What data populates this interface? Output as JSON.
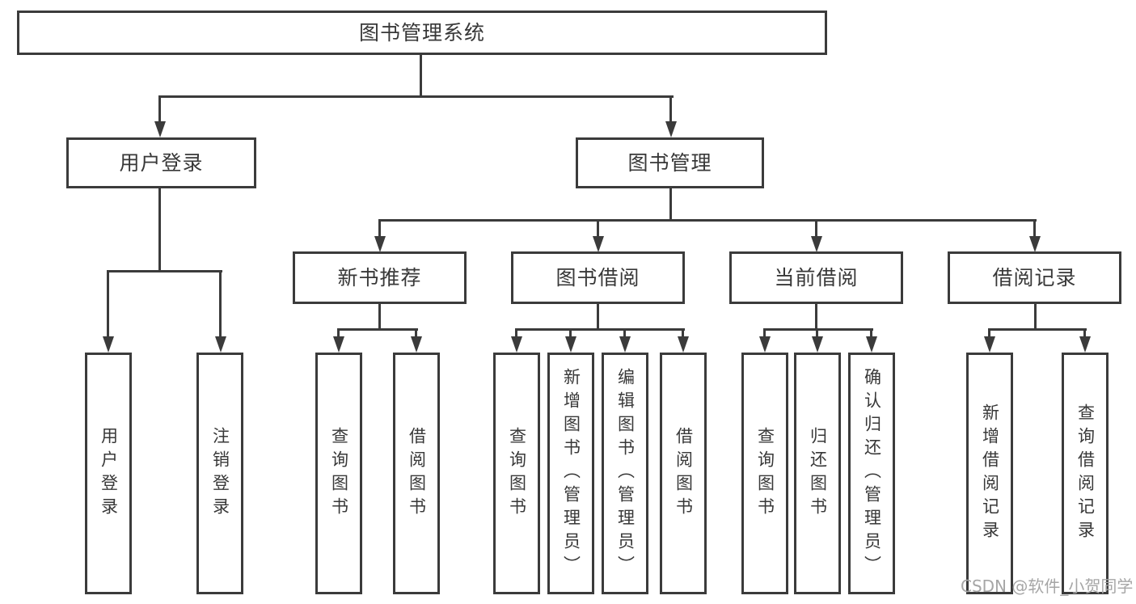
{
  "colors": {
    "line": "#3b3b3b",
    "text": "#383838",
    "watermark": "#a6a6a6",
    "canvas": "#ffffff"
  },
  "diagram": {
    "root": {
      "label": "图书管理系统"
    },
    "branches": [
      {
        "label": "用户登录",
        "children": [
          {
            "label": "用户登录"
          },
          {
            "label": "注销登录"
          }
        ]
      },
      {
        "label": "图书管理",
        "children": [
          {
            "label": "新书推荐",
            "children": [
              {
                "label": "查询图书"
              },
              {
                "label": "借阅图书"
              }
            ]
          },
          {
            "label": "图书借阅",
            "children": [
              {
                "label": "查询图书"
              },
              {
                "label": "新增图书（管理员）"
              },
              {
                "label": "编辑图书（管理员）"
              },
              {
                "label": "借阅图书"
              }
            ]
          },
          {
            "label": "当前借阅",
            "children": [
              {
                "label": "查询图书"
              },
              {
                "label": "归还图书"
              },
              {
                "label": "确认归还（管理员）"
              }
            ]
          },
          {
            "label": "借阅记录",
            "children": [
              {
                "label": "新增借阅记录"
              },
              {
                "label": "查询借阅记录"
              }
            ]
          }
        ]
      }
    ]
  },
  "watermark": {
    "text": "CSDN @软件_小贺同学"
  }
}
